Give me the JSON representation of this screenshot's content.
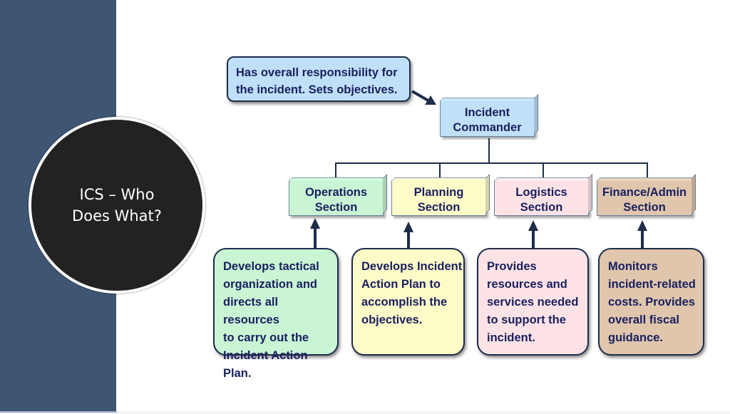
{
  "slide": {
    "title": "ICS – Who\nDoes What?"
  },
  "colors": {
    "sidebar": "#3e5673",
    "circle": "#222222",
    "connector": "#1e2d4a",
    "text": "#1a1f5e",
    "commander": "#bfe0f8",
    "operations": "#c9f5d4",
    "planning": "#fdfcc9",
    "logistics": "#fde3e6",
    "finance": "#dfc6ad"
  },
  "diagram": {
    "commander": {
      "label": "Incident\nCommander",
      "description": "Has overall responsibility for\nthe incident.  Sets objectives."
    },
    "sections": [
      {
        "label": "Operations\nSection",
        "description": "Develops tactical\norganization and\ndirects all resources\nto carry out the\nIncident Action Plan."
      },
      {
        "label": "Planning\nSection",
        "description": "Develops Incident\nAction Plan to\naccomplish the\nobjectives."
      },
      {
        "label": "Logistics\nSection",
        "description": "Provides\nresources and\nservices needed\nto support the\nincident."
      },
      {
        "label": "Finance/Admin\nSection",
        "description": "Monitors\nincident-related\ncosts.  Provides\noverall fiscal\nguidance."
      }
    ]
  }
}
